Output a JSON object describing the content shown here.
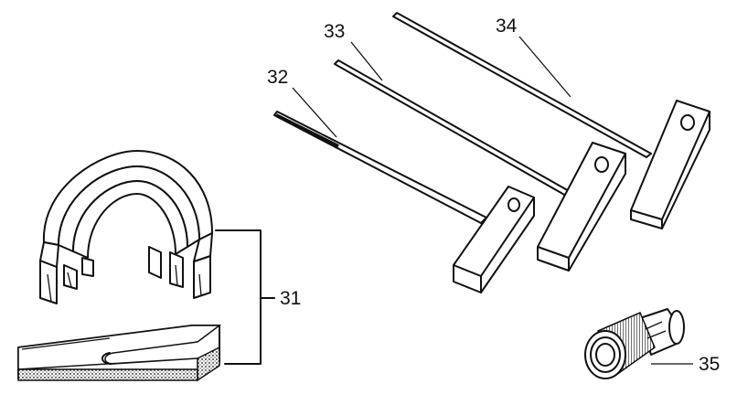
{
  "callouts": {
    "kit": "31",
    "rod_short": "32",
    "rod_medium": "33",
    "rod_long": "34",
    "fitting": "35"
  }
}
